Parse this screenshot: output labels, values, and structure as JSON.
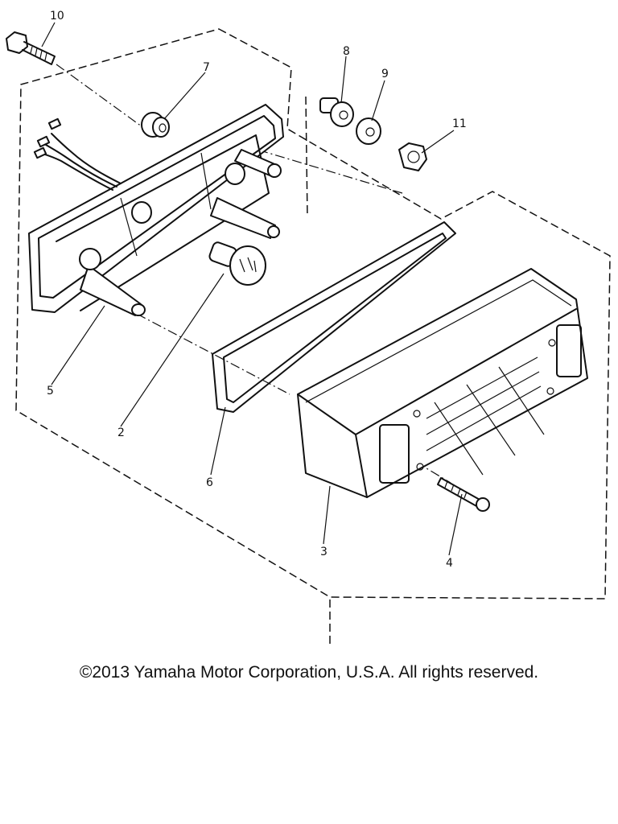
{
  "diagram": {
    "callouts": [
      {
        "id": "c10",
        "label": "10"
      },
      {
        "id": "c7",
        "label": "7"
      },
      {
        "id": "c8",
        "label": "8"
      },
      {
        "id": "c9",
        "label": "9"
      },
      {
        "id": "c11",
        "label": "11"
      },
      {
        "id": "c5",
        "label": "5"
      },
      {
        "id": "c2",
        "label": "2"
      },
      {
        "id": "c6",
        "label": "6"
      },
      {
        "id": "c3",
        "label": "3"
      },
      {
        "id": "c4",
        "label": "4"
      }
    ]
  },
  "footer": {
    "copyright": "©2013 Yamaha Motor Corporation, U.S.A. All rights reserved."
  }
}
